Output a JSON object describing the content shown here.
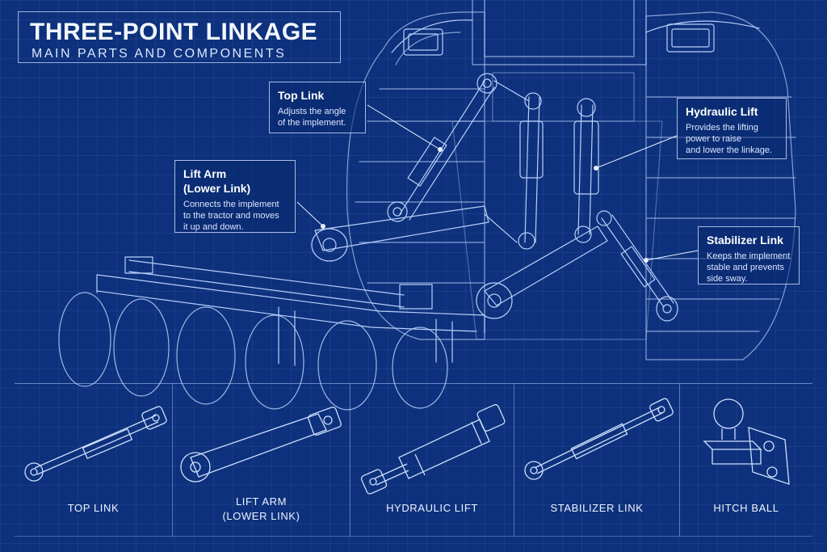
{
  "header": {
    "title": "THREE-POINT LINKAGE",
    "subtitle": "MAIN PARTS AND COMPONENTS"
  },
  "callouts": {
    "top_link": {
      "title": "Top Link",
      "desc": [
        "Adjusts the angle",
        "of the implement."
      ]
    },
    "lift_arm": {
      "title": [
        "Lift Arm",
        "(Lower Link)"
      ],
      "desc": [
        "Connects the implement",
        "to the tractor and moves",
        "it up and down."
      ]
    },
    "hydraulic_lift": {
      "title": "Hydraulic Lift",
      "desc": [
        "Provides the lifting",
        "power to raise",
        "and lower the linkage."
      ]
    },
    "stabilizer_link": {
      "title": "Stabilizer Link",
      "desc": [
        "Keeps the implement",
        "stable and prevents",
        "side sway."
      ]
    }
  },
  "components": [
    {
      "label": [
        "TOP LINK"
      ]
    },
    {
      "label": [
        "LIFT ARM",
        "(LOWER LINK)"
      ]
    },
    {
      "label": [
        "HYDRAULIC LIFT"
      ]
    },
    {
      "label": [
        "STABILIZER LINK"
      ]
    },
    {
      "label": [
        "HITCH BALL"
      ]
    }
  ],
  "colors": {
    "background": "#0d317c",
    "line": "#cfe0ff",
    "text": "#e8f0ff"
  }
}
